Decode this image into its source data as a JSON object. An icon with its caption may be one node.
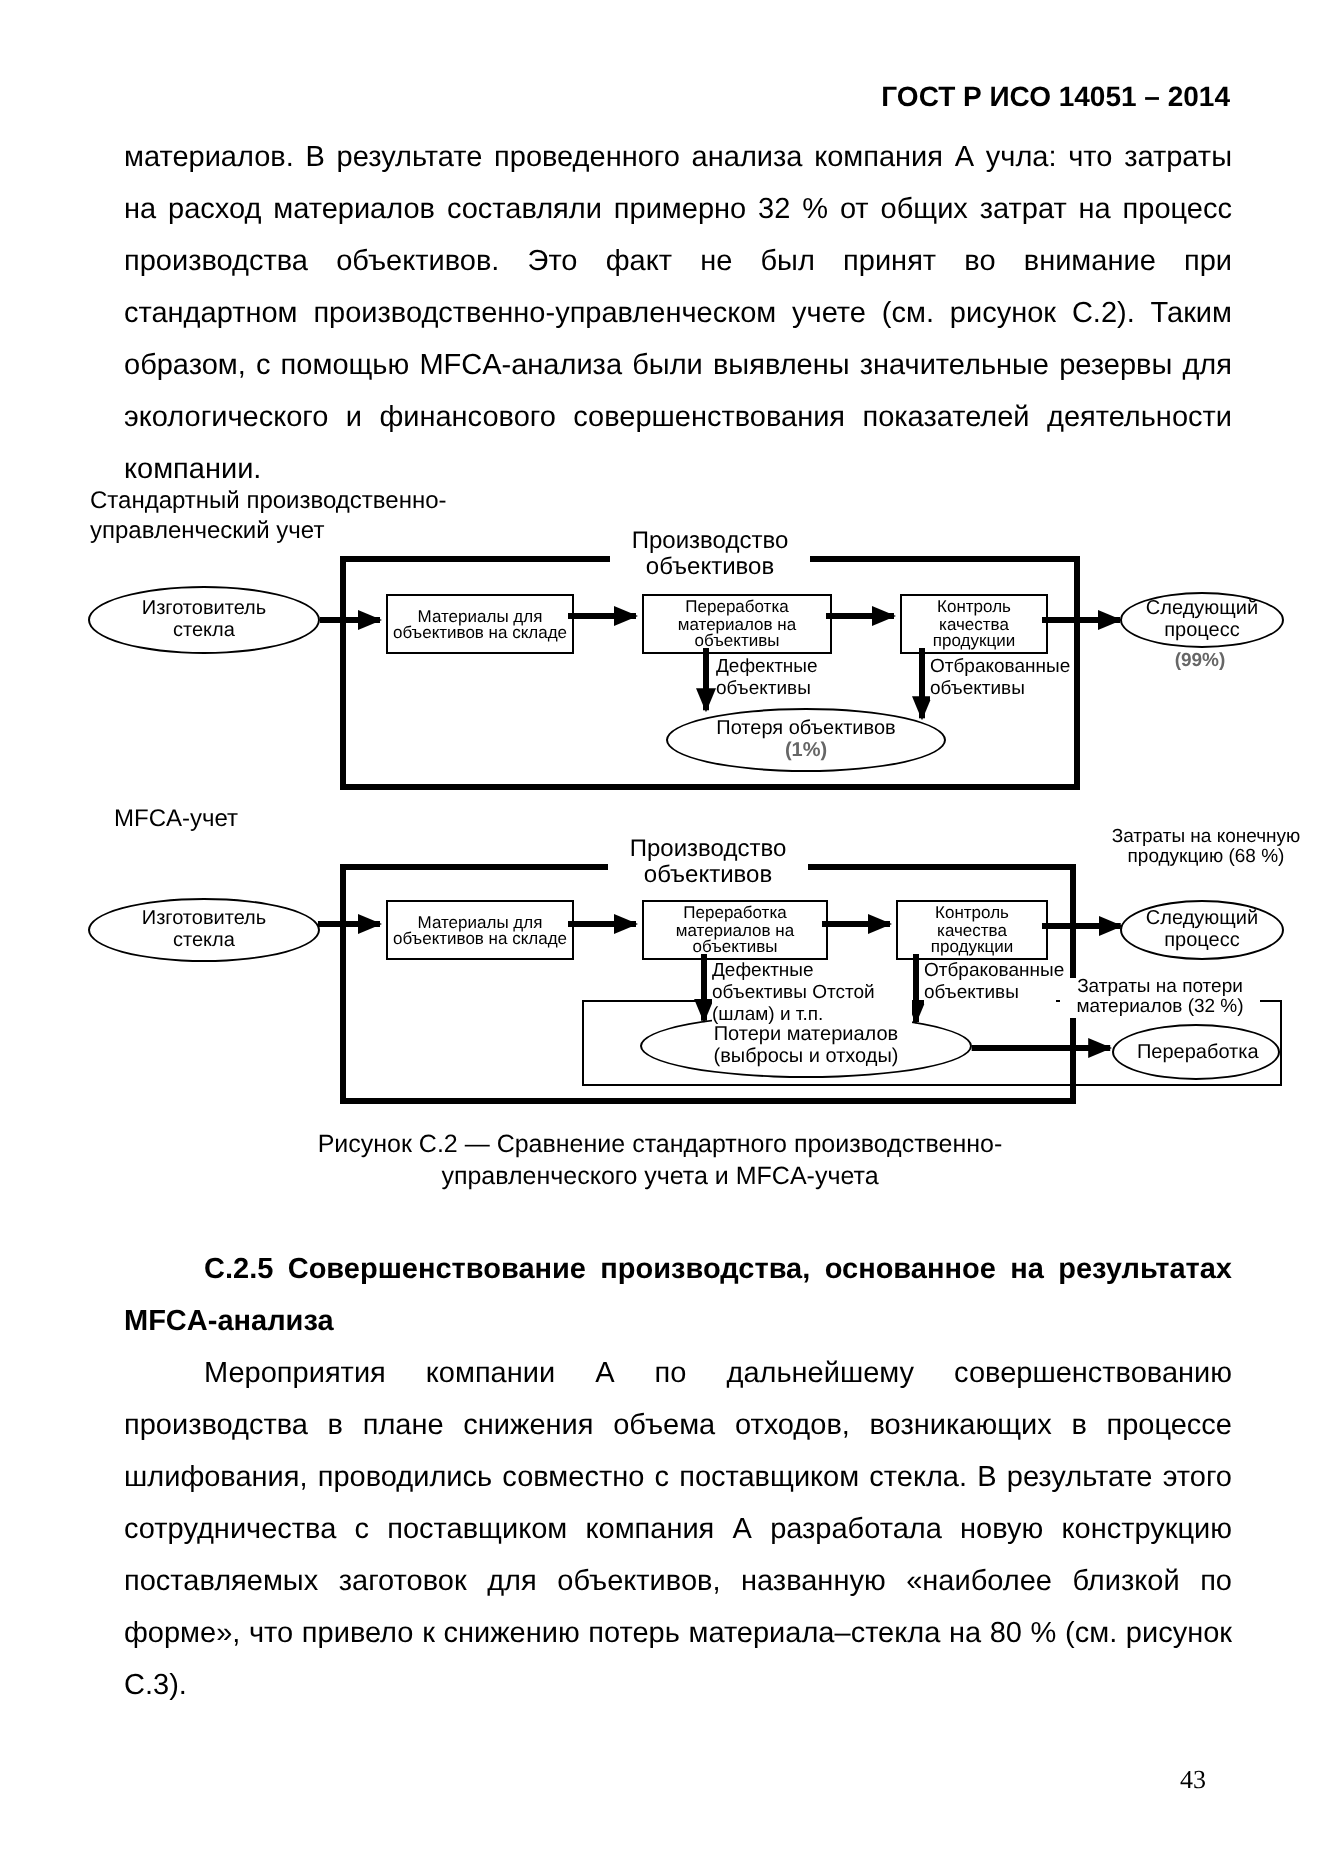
{
  "diagram": {
    "caption": "Рисунок С.2 — Сравнение стандартного производственно-управленческого учета и MFCA-учета",
    "nodes": [
      {
        "text": [
          "Производство объективов"
        ]
      },
      {
        "text": [
          "Изготовитель стекла"
        ]
      },
      {
        "text": [
          "Материалы для объективов на складе"
        ],
        "in": 0
      },
      {
        "text": [
          "Переработка материалов на объективы"
        ],
        "in": 0
      },
      {
        "text": [
          "Контроль качества продукции"
        ],
        "in": 0
      },
      {
        "text": [
          "Следующий процесс"
        ],
        "beside": [
          "(99%)"
        ]
      },
      {
        "text": [
          "Потеря объективов",
          "(1%)"
        ],
        "in": 0
      },
      {
        "text": [
          "Производство объективов"
        ]
      },
      {
        "text": [
          "Изготовитель стекла"
        ]
      },
      {
        "text": [
          "Материалы для объективов на складе"
        ],
        "in": 7
      },
      {
        "text": [
          "Переработка материалов на объективы"
        ],
        "in": 7
      },
      {
        "text": [
          "Контроль качества продукции"
        ],
        "in": 7
      },
      {
        "text": [
          "Следующий процесс"
        ],
        "beside": [
          "Затраты на конечную продукцию (68 %)"
        ]
      },
      {
        "text": [
          "Затраты на потери материалов (32 %)"
        ]
      },
      {
        "text": [
          "Потери материалов (выбросы и отходы)"
        ]
      },
      {
        "text": [
          "Переработка"
        ],
        "in": 13
      }
    ],
    "edges": [
      {
        "from": 1,
        "to": 2,
        "arrow": "to"
      },
      {
        "from": 2,
        "to": 3,
        "arrow": "to"
      },
      {
        "from": 3,
        "to": 4,
        "arrow": "to"
      },
      {
        "from": 4,
        "to": 5,
        "arrow": "to"
      },
      {
        "from": 3,
        "to": 6,
        "arrow": "to",
        "label": "Дефектные объективы"
      },
      {
        "from": 4,
        "to": 6,
        "arrow": "to",
        "label": "Отбракованные объективы"
      },
      {
        "from": 8,
        "to": 9,
        "arrow": "to"
      },
      {
        "from": 9,
        "to": 10,
        "arrow": "to"
      },
      {
        "from": 10,
        "to": 11,
        "arrow": "to"
      },
      {
        "from": 11,
        "to": 12,
        "arrow": "to"
      },
      {
        "from": 10,
        "to": 14,
        "arrow": "to",
        "label": "Дефектные объективы Отстой (шлам) и т.п."
      },
      {
        "from": 11,
        "to": 14,
        "arrow": "to",
        "label": "Отбракованные объективы"
      },
      {
        "from": 14,
        "to": 15,
        "arrow": "to"
      }
    ],
    "labels": [
      "ГОСТ Р ИСО 14051 – 2014",
      "материалов. В результате проведенного анализа компания А учла: что затраты на расход материалов составляли примерно 32 % от общих затрат на процесс производства объективов. Это факт не был принят во внимание при стандартном производственно-управленческом учете (см. рисунок С.2). Таким образом, с помощью MFCA-анализа были выявлены значительные резервы для экологического и финансового совершенствования показателей деятельности компании.",
      "Стандартный производственно-управленческий учет",
      "MFCA-учет",
      "С.2.5 Совершенствование производства, основанное на результатах MFCA-анализа",
      "Мероприятия компании А по дальнейшему совершенствованию производства в плане снижения объема отходов, возникающих в процессе шлифования, проводились совместно с поставщиком стекла. В результате этого сотрудничества с поставщиком компания А разработала новую конструкцию поставляемых заготовок для объективов, названную «наиболее близкой по форме», что привело к снижению потерь материала–стекла на 80 % (см. рисунок С.3).",
      "43"
    ]
  }
}
